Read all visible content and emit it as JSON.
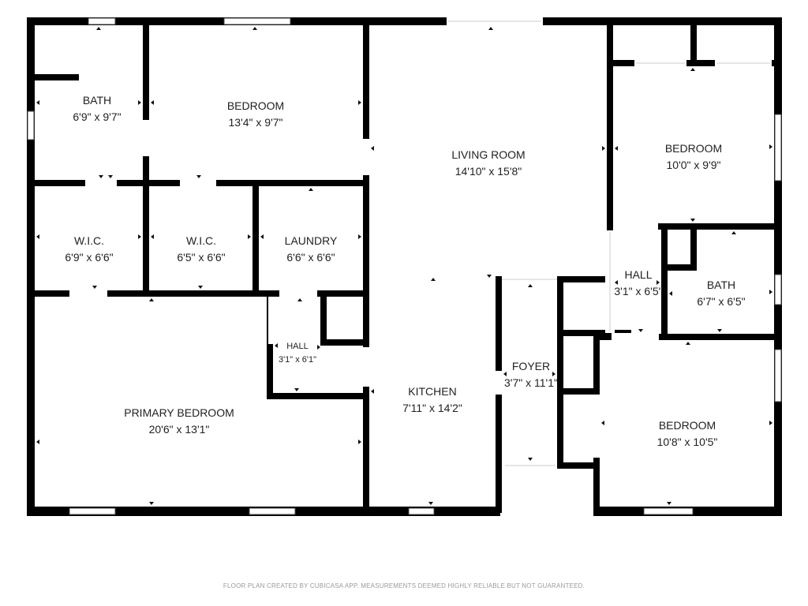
{
  "rooms": [
    {
      "id": "bath-1",
      "name": "BATH",
      "dims": "6'9\" x 9'7\""
    },
    {
      "id": "bedroom-1",
      "name": "BEDROOM",
      "dims": "13'4\" x 9'7\""
    },
    {
      "id": "living-room",
      "name": "LIVING ROOM",
      "dims": "14'10\" x 15'8\""
    },
    {
      "id": "bedroom-2",
      "name": "BEDROOM",
      "dims": "10'0\" x 9'9\""
    },
    {
      "id": "wic-1",
      "name": "W.I.C.",
      "dims": "6'9\" x 6'6\""
    },
    {
      "id": "wic-2",
      "name": "W.I.C.",
      "dims": "6'5\" x 6'6\""
    },
    {
      "id": "laundry",
      "name": "LAUNDRY",
      "dims": "6'6\" x 6'6\""
    },
    {
      "id": "hall-1",
      "name": "HALL",
      "dims": "3'1\" x 6'5\""
    },
    {
      "id": "bath-2",
      "name": "BATH",
      "dims": "6'7\" x 6'5\""
    },
    {
      "id": "hall-2",
      "name": "HALL",
      "dims": "3'1\" x 6'1\""
    },
    {
      "id": "foyer",
      "name": "FOYER",
      "dims": "3'7\" x 11'1\""
    },
    {
      "id": "primary-bedroom",
      "name": "PRIMARY BEDROOM",
      "dims": "20'6\" x 13'1\""
    },
    {
      "id": "kitchen",
      "name": "KITCHEN",
      "dims": "7'11\" x 14'2\""
    },
    {
      "id": "bedroom-3",
      "name": "BEDROOM",
      "dims": "10'8\" x 10'5\""
    }
  ],
  "footer": "FLOOR PLAN CREATED BY CUBICASA APP. MEASUREMENTS DEEMED HIGHLY RELIABLE BUT NOT GUARANTEED."
}
